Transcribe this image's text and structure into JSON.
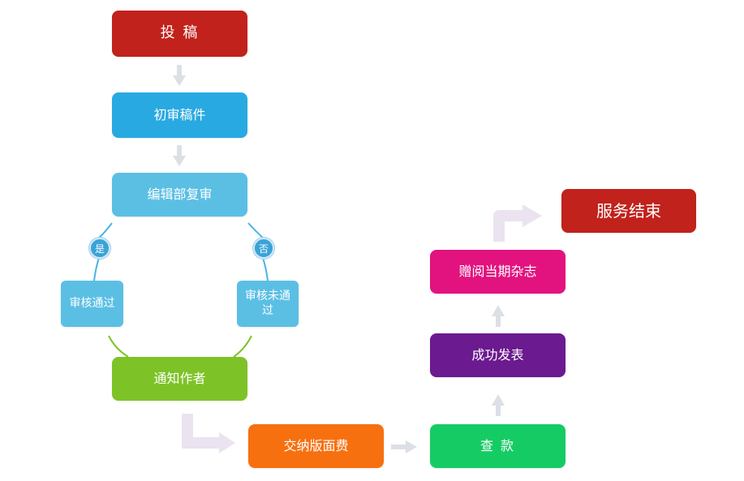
{
  "colors": {
    "red": "#c1221b",
    "blue": "#29a9e1",
    "light_blue": "#5bbfe4",
    "green": "#7dc327",
    "orange": "#f7700f",
    "bright_green": "#15cc64",
    "purple": "#6b1a8f",
    "magenta": "#e2137f",
    "connector_green": "#7dc327",
    "connector_blue": "#49b3e3",
    "arrow_gray": "#dcdfe6"
  },
  "nodes": {
    "submit": "投 稿",
    "initial_review": "初审稿件",
    "editor_review": "编辑部复审",
    "approved": "审核通过",
    "rejected": "审核未通过",
    "notify_author": "通知作者",
    "pay_fee": "交纳版面费",
    "check_payment": "查 款",
    "publish_success": "成功发表",
    "gift_magazine": "赠阅当期杂志",
    "service_end": "服务结束"
  },
  "decisions": {
    "yes": "是",
    "no": "否"
  }
}
